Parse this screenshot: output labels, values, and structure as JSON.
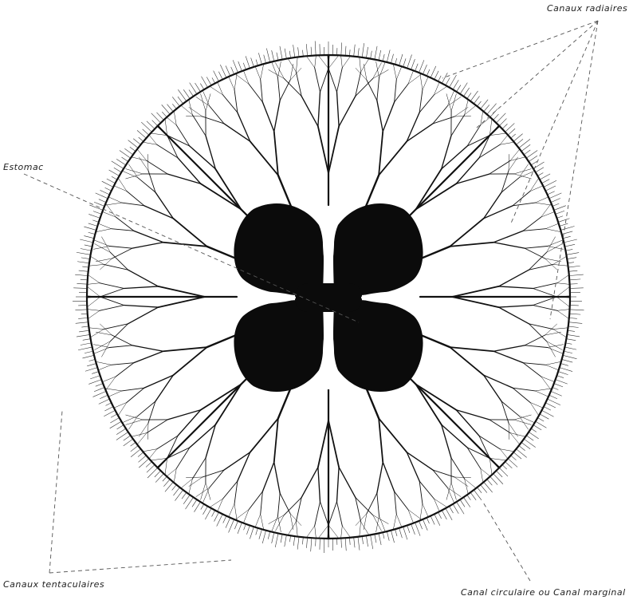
{
  "labels": {
    "radiaires": "Canaux radiaires",
    "estomac": "Estomac",
    "tentaculaires": "Canaux tentaculaires",
    "circulaire": "Canal circulaire ou Canal marginal"
  },
  "colors": {
    "ink": "#111111",
    "paper": "#ffffff",
    "leader": "#555555"
  }
}
